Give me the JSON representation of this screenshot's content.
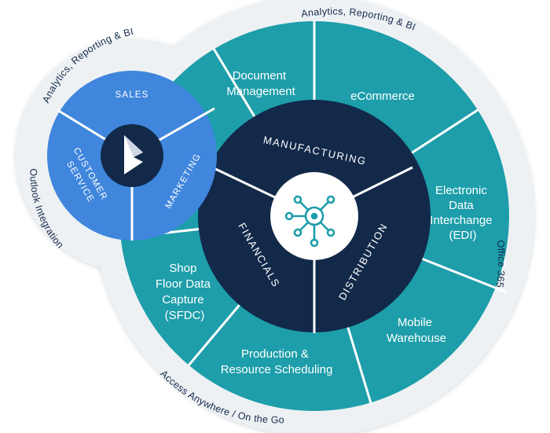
{
  "outer_ring": {
    "analytics_top": "Analytics, Reporting & BI",
    "analytics_left": "Analytics, Reporting & BI",
    "outlook": "Outlook Integration",
    "office": "Office 365",
    "access": "Access Anywhere / On the Go"
  },
  "modules": {
    "document_management": [
      "Document",
      "Management"
    ],
    "ecommerce": [
      "eCommerce"
    ],
    "edi": [
      "Electronic",
      "Data",
      "Interchange",
      "(EDI)"
    ],
    "mobile_warehouse": [
      "Mobile",
      "Warehouse"
    ],
    "production": [
      "Production &",
      "Resource Scheduling"
    ],
    "sfdc": [
      "Shop",
      "Floor Data",
      "Capture",
      "(SFDC)"
    ]
  },
  "core": {
    "manufacturing": "MANUFACTURING",
    "distribution": "DISTRIBUTION",
    "financials": "FINANCIALS"
  },
  "crm": {
    "sales": "SALES",
    "marketing": "MARKETING",
    "customer": "CUSTOMER",
    "service": "SERVICE"
  },
  "colors": {
    "teal": "#1d9eaa",
    "navy": "#12294a",
    "crm_blue": "#3f86dc",
    "outer_bg": "#eef1f4",
    "white": "#ffffff"
  },
  "icons": {
    "center_logo": "business-central-hub-icon",
    "crm_logo": "dynamics-logo-icon"
  }
}
